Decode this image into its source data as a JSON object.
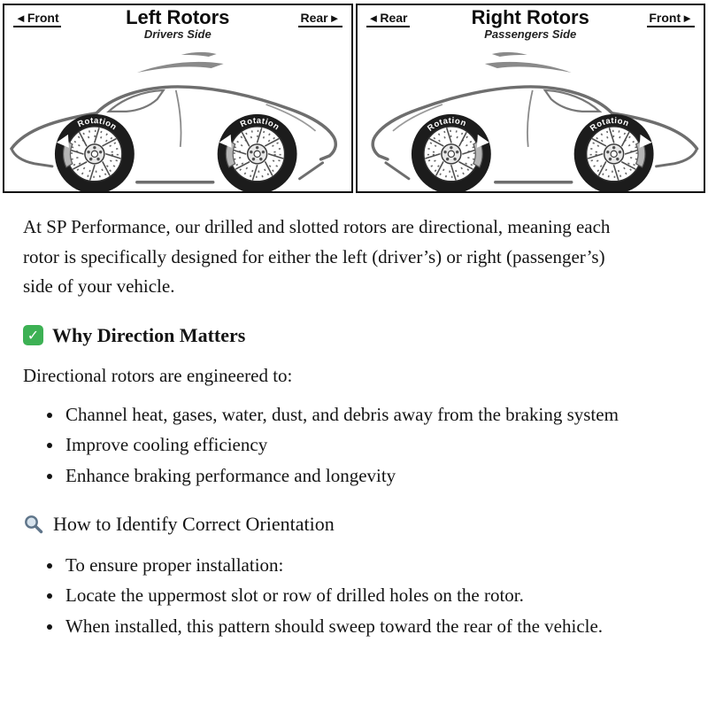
{
  "diagram": {
    "panels": [
      {
        "left_label": "Front",
        "right_label": "Rear",
        "left_arrow_glyph": "◄",
        "right_arrow_glyph": "►",
        "title": "Left Rotors",
        "subtitle": "Drivers Side",
        "rotation_label": "Rotation"
      },
      {
        "left_label": "Rear",
        "right_label": "Front",
        "left_arrow_glyph": "◄",
        "right_arrow_glyph": "►",
        "title": "Right Rotors",
        "subtitle": "Passengers Side",
        "rotation_label": "Rotation"
      }
    ]
  },
  "article": {
    "intro": "At SP Performance, our drilled and slotted rotors are directional, meaning each rotor is specifically designed for either the left (driver’s) or right (passenger’s) side of your vehicle.",
    "sections": [
      {
        "icon": "check-icon",
        "icon_glyph": "✓",
        "heading": "Why Direction Matters",
        "lead": "Directional rotors are engineered to:",
        "bullets": [
          "Channel heat, gases, water, dust, and debris away from the braking system",
          "Improve cooling efficiency",
          "Enhance braking performance and longevity"
        ]
      },
      {
        "icon": "magnifier-icon",
        "heading": "How to Identify Correct Orientation",
        "bullets": [
          "To ensure proper installation:",
          "Locate the uppermost slot or row of drilled holes on the rotor.",
          "When installed, this pattern should sweep toward the rear of the vehicle."
        ]
      }
    ],
    "colors": {
      "check_green": "#3db154",
      "magnifier_steel": "#5e7489",
      "text": "#141414"
    }
  }
}
